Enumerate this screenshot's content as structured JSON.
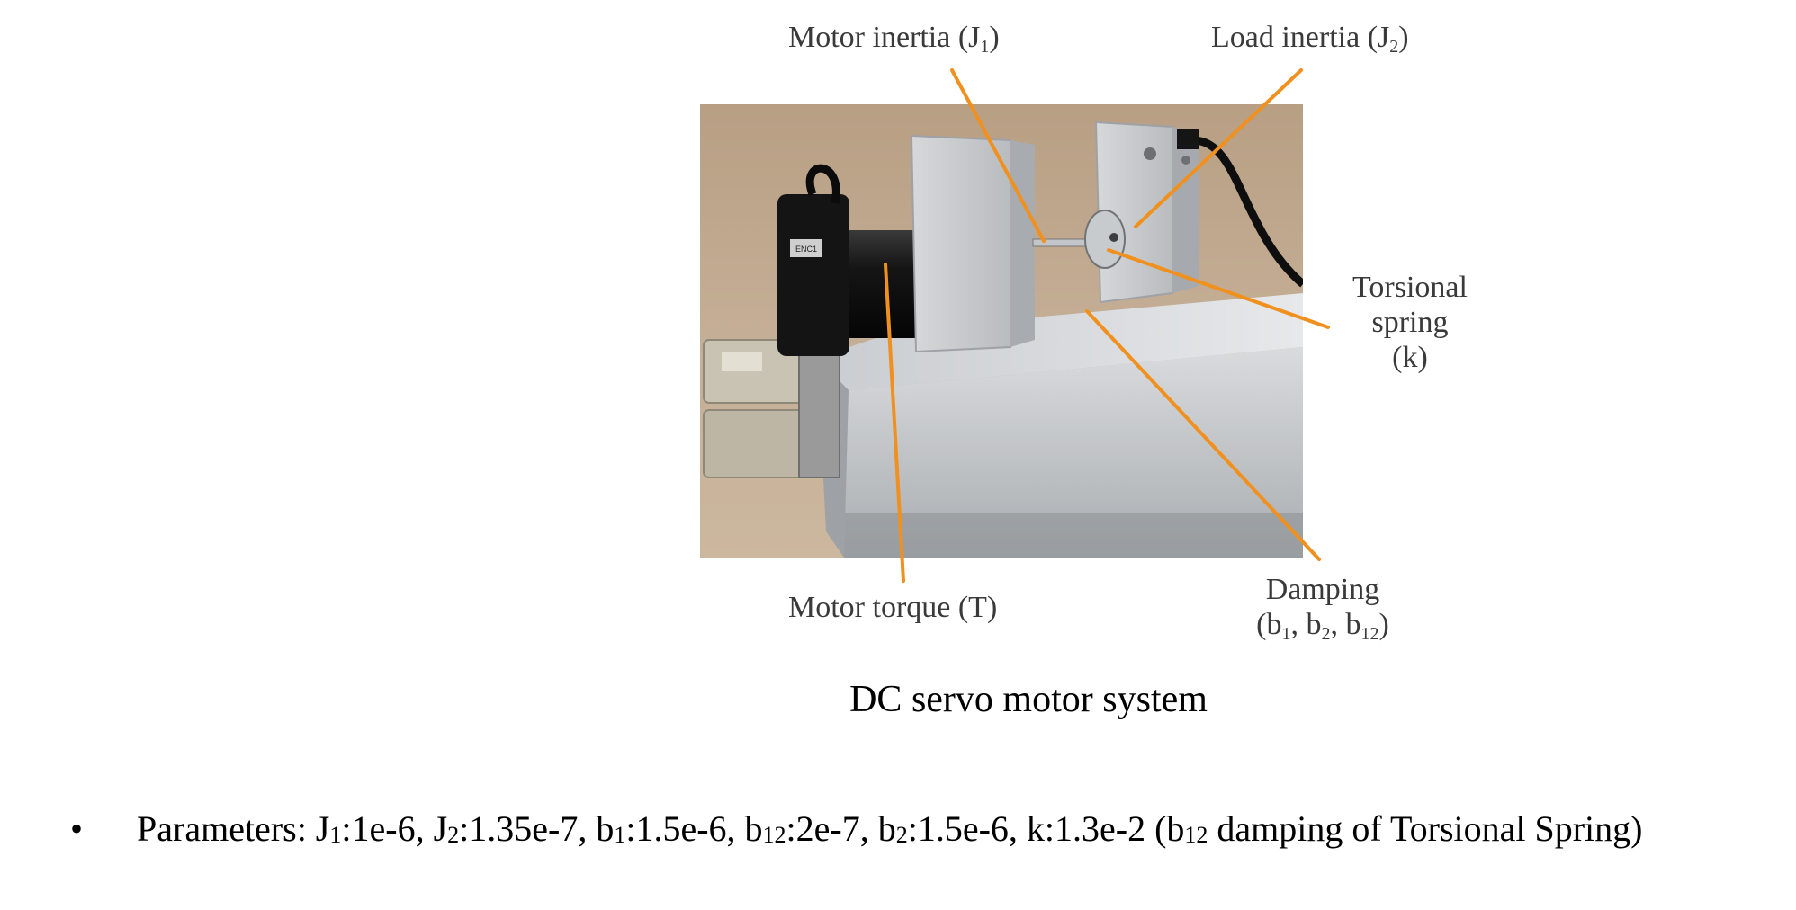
{
  "labels": {
    "motor_inertia": {
      "text": "Motor inertia (J",
      "sub": "1",
      "close": ")"
    },
    "load_inertia": {
      "text": "Load inertia (J",
      "sub": "2",
      "close": ")"
    },
    "torsional_line1": "Torsional",
    "torsional_line2": "spring",
    "torsional_line3": "(k)",
    "motor_torque": "Motor torque (T)",
    "damping_line1": "Damping",
    "damping_line2": {
      "open": "(b",
      "s1": "1",
      "mid1": ", b",
      "s2": "2",
      "mid2": ", b",
      "s3": "12",
      "close": ")"
    }
  },
  "photo": {
    "encoder_tag": "ENC1"
  },
  "caption": "DC servo motor system",
  "bullet": {
    "symbol": "•",
    "parts": [
      {
        "t": "Parameters: J"
      },
      {
        "s": "1"
      },
      {
        "t": ":1e-6, J"
      },
      {
        "s": "2"
      },
      {
        "t": ":1.35e-7, b"
      },
      {
        "s": "1"
      },
      {
        "t": ":1.5e-6, b"
      },
      {
        "s": "12"
      },
      {
        "t": ":2e-7, b"
      },
      {
        "s": "2"
      },
      {
        "t": ":1.5e-6, k:1.3e-2 (b"
      },
      {
        "s": "12"
      },
      {
        "t": " damping of Torsional Spring)"
      }
    ]
  },
  "colors": {
    "leader_line": "#f0901e",
    "label_text": "#3a3a3a"
  }
}
